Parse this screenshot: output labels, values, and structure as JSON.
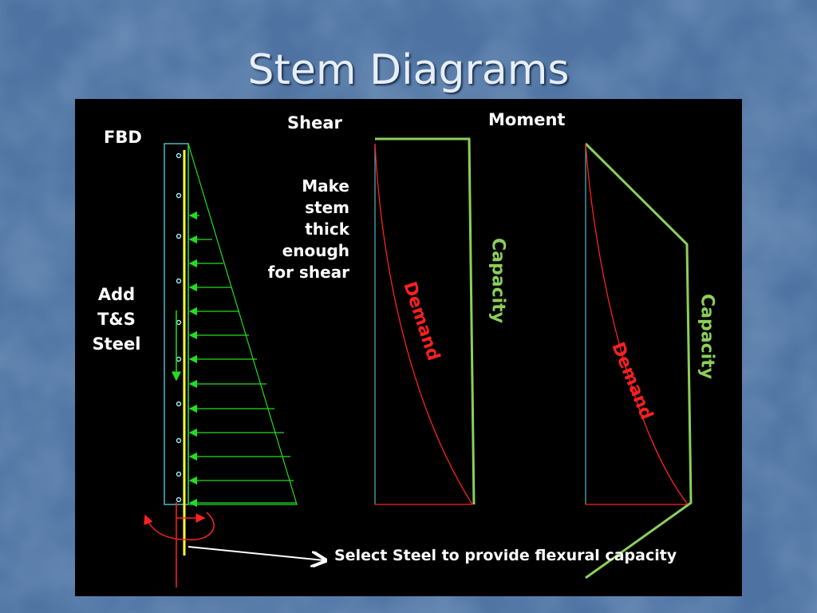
{
  "slide": {
    "title": "Stem Diagrams",
    "background_color": "#4e73a2",
    "panel_color": "#000000"
  },
  "labels": {
    "fbd": "FBD",
    "shear": "Shear",
    "moment": "Moment",
    "add_steel": [
      "Add",
      "T&S",
      "Steel"
    ],
    "shear_note": [
      "Make",
      "stem",
      "thick",
      "enough",
      "for shear"
    ],
    "select_steel": "Select Steel to provide flexural capacity"
  },
  "shear_diagram": {
    "capacity_label": "Capacity",
    "demand_label": "Demand"
  },
  "moment_diagram": {
    "capacity_label": "Capacity",
    "demand_label": "Demand"
  },
  "colors": {
    "capacity": "#8ccf5a",
    "demand": "#ff2020",
    "load_arrows": "#22dd22",
    "steel": "#ffff33",
    "stem_outline": "#4fb7c4",
    "reaction": "#ff2222",
    "text": "#ffffff"
  }
}
